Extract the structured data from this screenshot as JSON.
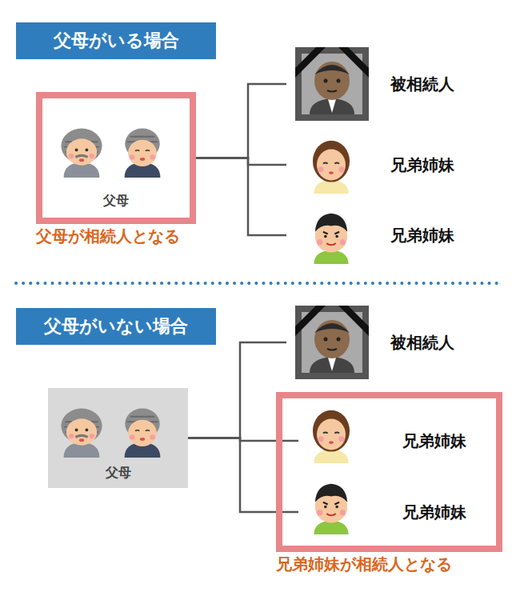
{
  "diagram": {
    "nodes": [
      {
        "text": [
          "父母がいる場合"
        ]
      },
      {
        "text": [
          "父母",
          "父母が相続人となる"
        ]
      },
      {
        "text": [
          "被相続人"
        ]
      },
      {
        "text": [
          "兄弟姉妹"
        ]
      },
      {
        "text": [
          "兄弟姉妹"
        ]
      },
      {
        "text": [
          "父母がいない場合"
        ]
      },
      {
        "text": [
          "父母"
        ]
      },
      {
        "text": [
          "被相続人"
        ]
      },
      {
        "text": [
          "兄弟姉妹が相続人となる"
        ]
      },
      {
        "text": [
          "兄弟姉妹"
        ],
        "in": 8
      },
      {
        "text": [
          "兄弟姉妹"
        ],
        "in": 8
      }
    ],
    "edges": [
      {
        "from": 1,
        "to": 2,
        "arrow": "none"
      },
      {
        "from": 1,
        "to": 3,
        "arrow": "none"
      },
      {
        "from": 1,
        "to": 4,
        "arrow": "none"
      },
      {
        "from": 6,
        "to": 7,
        "arrow": "none"
      },
      {
        "from": 6,
        "to": 9,
        "arrow": "none"
      },
      {
        "from": 6,
        "to": 10,
        "arrow": "none"
      }
    ]
  }
}
